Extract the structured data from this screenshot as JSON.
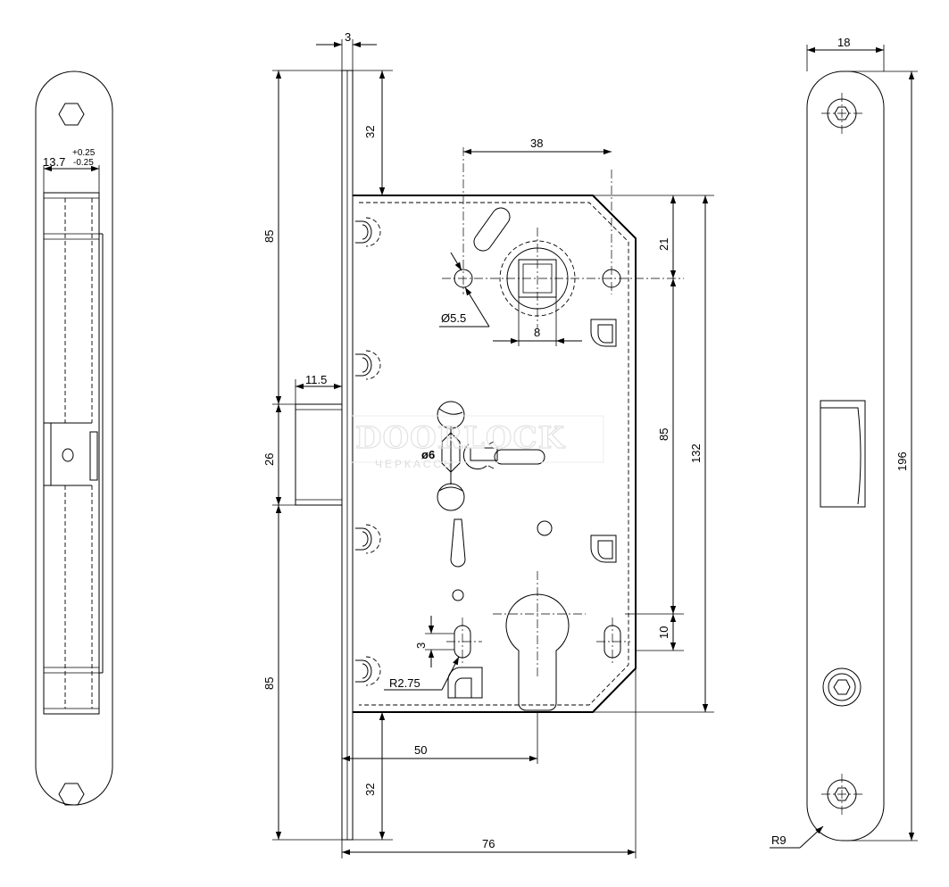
{
  "dimensions": {
    "faceplate_thickness": "3",
    "top_to_body": "32",
    "bolt_hole_spacing": "38",
    "hole_diameter": "Ø5.5",
    "square_spindle": "8",
    "upper_height": "85",
    "lower_height": "85",
    "latch_projection": "11.5",
    "latch_height": "26",
    "spindle_offset_top": "21",
    "spindle_to_cylinder": "85",
    "body_height": "132",
    "cylinder_offset": "10",
    "slot_width": "3",
    "corner_radius": "R2.75",
    "backset": "50",
    "bottom_to_body": "32",
    "total_depth": "76",
    "strike_width": "18",
    "strike_length": "196",
    "strike_radius": "R9",
    "faceplate_width": "13.7",
    "tolerance_plus": "+0.25",
    "tolerance_minus": "-0.25",
    "pin_diameter": "ø6"
  },
  "watermark": {
    "brand": "DOORLOCK",
    "city": "ЧЕРКАССЫ"
  }
}
